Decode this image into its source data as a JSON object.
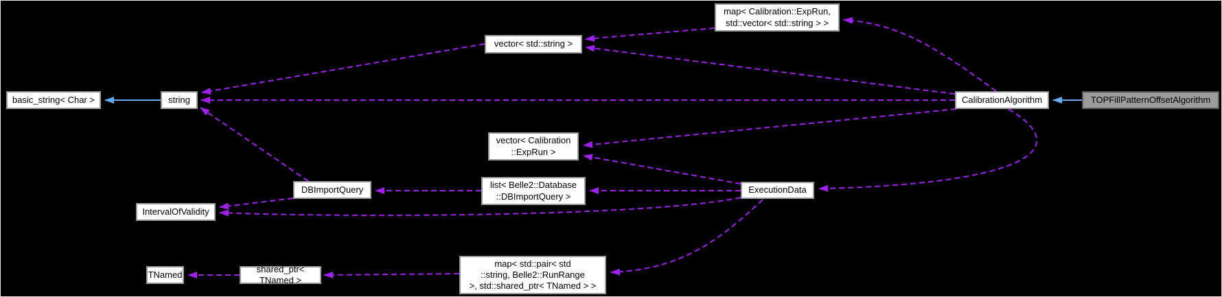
{
  "nodes": {
    "basic_string": {
      "label": "basic_string< Char >"
    },
    "string": {
      "label": "string"
    },
    "vector_string": {
      "label": "vector< std::string >"
    },
    "map_exprun_vecstring": {
      "label": "map< Calibration::ExpRun,\nstd::vector< std::string > >"
    },
    "calibration_algorithm": {
      "label": "CalibrationAlgorithm"
    },
    "top_fill_pattern_offset_algorithm": {
      "label": "TOPFillPatternOffsetAlgorithm"
    },
    "vector_exprun": {
      "label": "vector< Calibration\n::ExpRun >"
    },
    "db_import_query": {
      "label": "DBImportQuery"
    },
    "interval_of_validity": {
      "label": "IntervalOfValidity"
    },
    "list_db_import_query": {
      "label": "list< Belle2::Database\n::DBImportQuery >"
    },
    "execution_data": {
      "label": "ExecutionData"
    },
    "tnamed": {
      "label": "TNamed"
    },
    "shared_ptr_tnamed": {
      "label": "shared_ptr< TNamed >"
    },
    "map_pair_shared_ptr": {
      "label": "map< std::pair< std\n::string, Belle2::RunRange\n >, std::shared_ptr< TNamed > >"
    }
  },
  "edges": [
    {
      "from": "string",
      "to": "basic_string",
      "type": "inheritance"
    },
    {
      "from": "top_fill_pattern_offset_algorithm",
      "to": "calibration_algorithm",
      "type": "inheritance"
    },
    {
      "from": "vector_string",
      "to": "string",
      "type": "usage"
    },
    {
      "from": "calibration_algorithm",
      "to": "string",
      "type": "usage"
    },
    {
      "from": "db_import_query",
      "to": "string",
      "type": "usage"
    },
    {
      "from": "map_exprun_vecstring",
      "to": "vector_string",
      "type": "usage"
    },
    {
      "from": "calibration_algorithm",
      "to": "vector_string",
      "type": "usage"
    },
    {
      "from": "calibration_algorithm",
      "to": "map_exprun_vecstring",
      "type": "usage"
    },
    {
      "from": "calibration_algorithm",
      "to": "vector_exprun",
      "type": "usage"
    },
    {
      "from": "calibration_algorithm",
      "to": "execution_data",
      "type": "usage"
    },
    {
      "from": "execution_data",
      "to": "vector_exprun",
      "type": "usage"
    },
    {
      "from": "execution_data",
      "to": "list_db_import_query",
      "type": "usage"
    },
    {
      "from": "execution_data",
      "to": "interval_of_validity",
      "type": "usage"
    },
    {
      "from": "execution_data",
      "to": "map_pair_shared_ptr",
      "type": "usage"
    },
    {
      "from": "list_db_import_query",
      "to": "db_import_query",
      "type": "usage"
    },
    {
      "from": "db_import_query",
      "to": "interval_of_validity",
      "type": "usage"
    },
    {
      "from": "map_pair_shared_ptr",
      "to": "shared_ptr_tnamed",
      "type": "usage"
    },
    {
      "from": "shared_ptr_tnamed",
      "to": "tnamed",
      "type": "usage"
    }
  ],
  "colors": {
    "background": "#000000",
    "node_fill": "#ffffff",
    "node_border": "#9a9a9a",
    "highlight_fill": "#9c9c9c",
    "text": "#000000",
    "inheritance_edge": "#66aaf0",
    "usage_edge": "#a020f0"
  }
}
